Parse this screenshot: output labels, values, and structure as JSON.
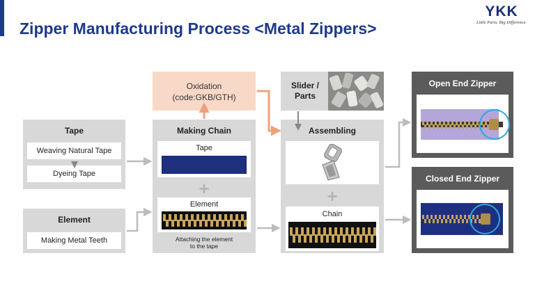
{
  "header": {
    "title": "Zipper Manufacturing Process <Metal Zippers>",
    "logo_text": "YKK",
    "logo_tagline": "Little Parts. Big Difference."
  },
  "tape_panel": {
    "title": "Tape",
    "steps": [
      "Weaving Natural Tape",
      "Dyeing Tape"
    ]
  },
  "element_panel": {
    "title": "Element",
    "steps": [
      "Making Metal Teeth"
    ]
  },
  "making_chain": {
    "title": "Making Chain",
    "tape_label": "Tape",
    "element_label": "Element",
    "caption_line1": "Attaching the element",
    "caption_line2": "to the tape"
  },
  "oxidation": {
    "line1": "Oxidation",
    "line2": "(code:GKB/GTH)"
  },
  "slider_parts": {
    "line1": "Slider /",
    "line2": "Parts"
  },
  "assembling": {
    "title": "Assembling",
    "chain_label": "Chain"
  },
  "outputs": {
    "open_end": "Open End Zipper",
    "closed_end": "Closed End Zipper"
  },
  "colors": {
    "brand_blue": "#1f3a8a",
    "panel_gray": "#d8d8d8",
    "dark_panel": "#5b5b5b",
    "oxidation_peach": "#f8d9c8",
    "oxidation_arrow": "#f0a17c",
    "tape_navy": "#1f2f80",
    "open_zipper_lavender": "#b4a6d9",
    "highlight_circle": "#2aa8e0"
  }
}
